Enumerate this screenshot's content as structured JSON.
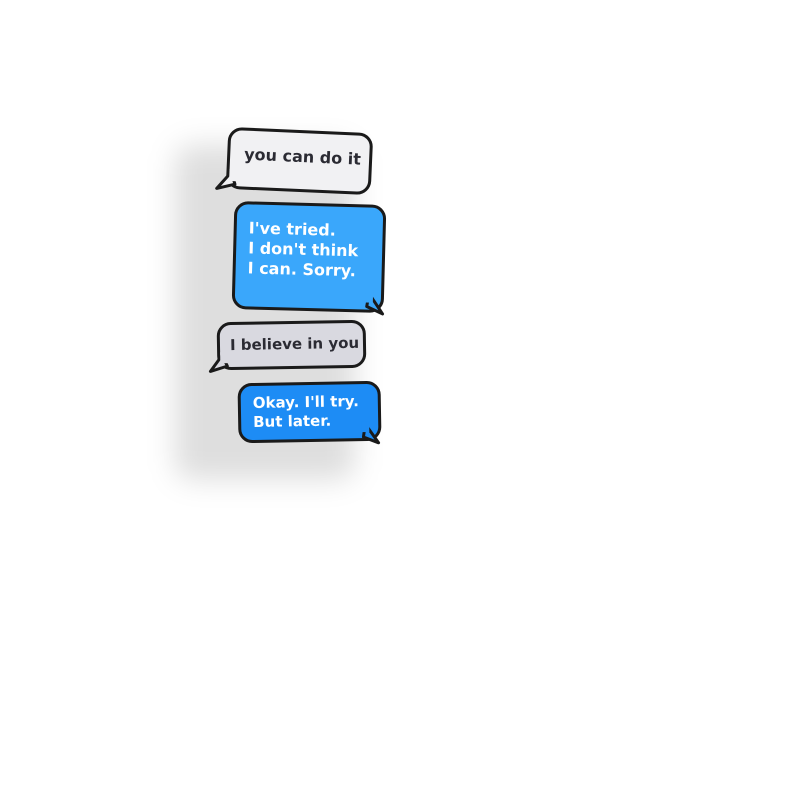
{
  "messages": [
    {
      "side": "left",
      "style": "light-gray",
      "lines": [
        "you can do it"
      ]
    },
    {
      "side": "right",
      "style": "light-blue",
      "lines": [
        "I've tried.",
        "I don't think",
        "I can. Sorry."
      ]
    },
    {
      "side": "left",
      "style": "gray",
      "lines": [
        "I believe in you"
      ]
    },
    {
      "side": "right",
      "style": "blue",
      "lines": [
        "Okay. I'll try.",
        "But later."
      ]
    }
  ],
  "colors": {
    "bubble_gray_light": "#f1f1f3",
    "bubble_gray": "#d9d9e0",
    "bubble_blue_light": "#3aa7fb",
    "bubble_blue": "#1d8cf5",
    "outline": "#1a1a1a",
    "text_dark": "#2b2b33",
    "text_light": "#ffffff"
  }
}
